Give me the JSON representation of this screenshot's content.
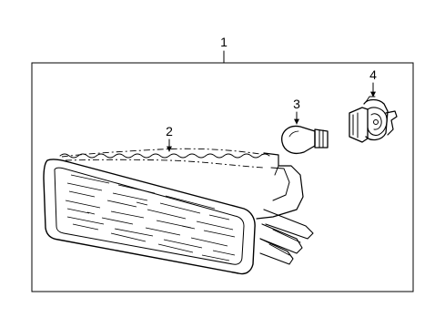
{
  "callouts": {
    "assembly": "1",
    "lens_housing": "2",
    "bulb": "3",
    "socket": "4"
  }
}
